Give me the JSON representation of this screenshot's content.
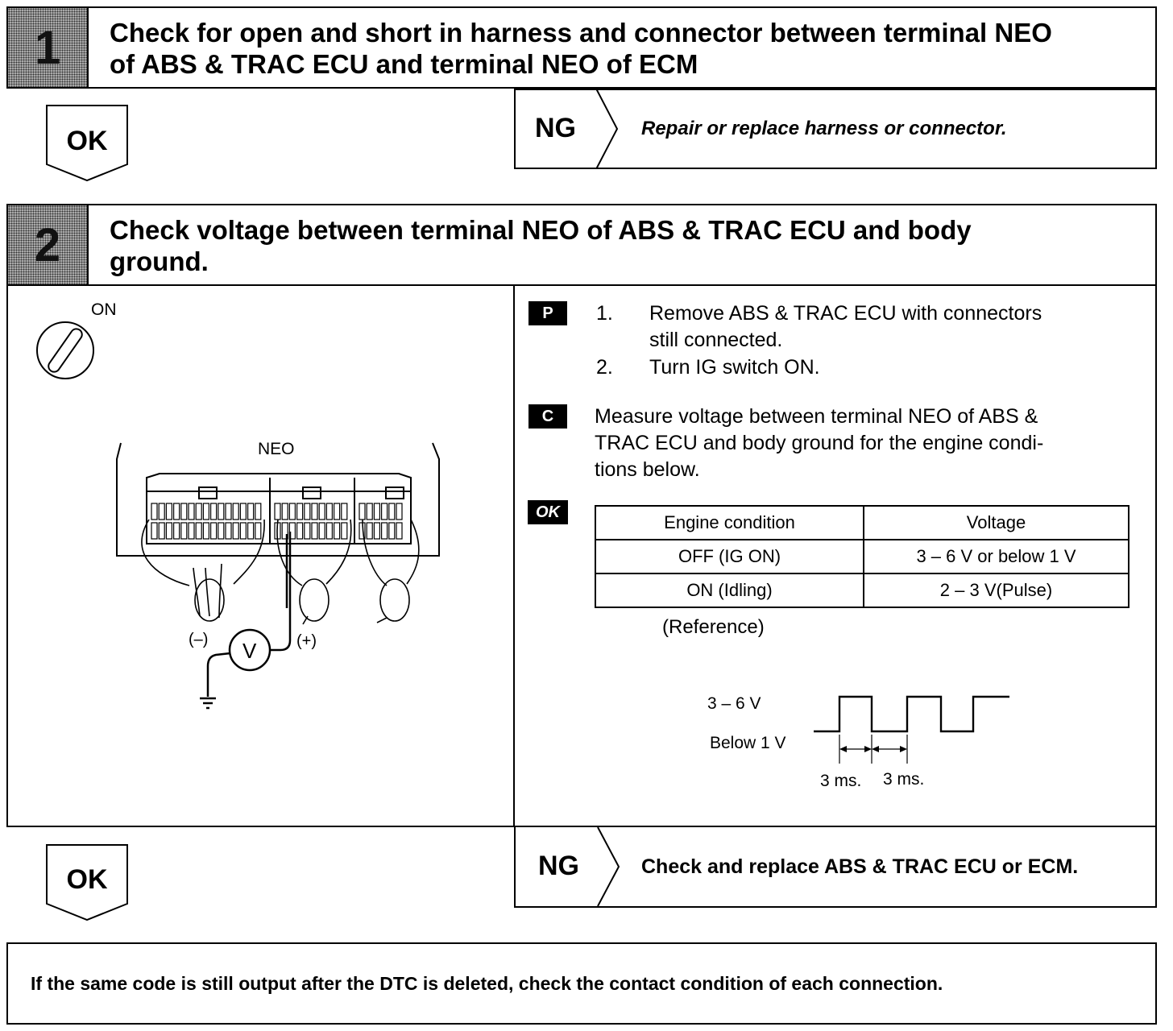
{
  "step1": {
    "number": "1",
    "title_line1": "Check for open and short in harness and connector between terminal NEO",
    "title_line2": "of ABS & TRAC ECU and terminal NEO of ECM",
    "ok_label": "OK",
    "ng_label": "NG",
    "ng_action": "Repair or replace harness or connector."
  },
  "step2": {
    "number": "2",
    "title_line1": "Check voltage between terminal NEO of ABS & TRAC ECU and body",
    "title_line2": "ground.",
    "diagram": {
      "ignition_label": "ON",
      "connector_label": "NEO",
      "minus_label": "(–)",
      "plus_label": "(+)",
      "meter_symbol": "V"
    },
    "prep_badge": "P",
    "prep_steps": [
      {
        "num": "1.",
        "line1": "Remove ABS & TRAC ECU with connectors",
        "line2": "still connected."
      },
      {
        "num": "2.",
        "line1": "Turn IG switch ON.",
        "line2": ""
      }
    ],
    "check_badge": "C",
    "check_lines": [
      "Measure voltage between terminal NEO of ABS &",
      "TRAC ECU and body ground for the engine condi-",
      "tions below."
    ],
    "ok_badge": "OK",
    "table": {
      "headers": [
        "Engine condition",
        "Voltage"
      ],
      "rows": [
        [
          "OFF (IG ON)",
          "3 – 6 V or below 1 V"
        ],
        [
          "ON (Idling)",
          "2 – 3 V(Pulse)"
        ]
      ]
    },
    "reference_label": "(Reference)",
    "waveform": {
      "high_label": "3 – 6 V",
      "low_label": "Below 1 V",
      "period1": "3 ms.",
      "period2": "3 ms."
    },
    "ok_label": "OK",
    "ng_label": "NG",
    "ng_action": "Check and replace ABS & TRAC ECU or ECM."
  },
  "footer": {
    "note": "If the same code is still output after the DTC is deleted, check the contact condition of each connection."
  }
}
